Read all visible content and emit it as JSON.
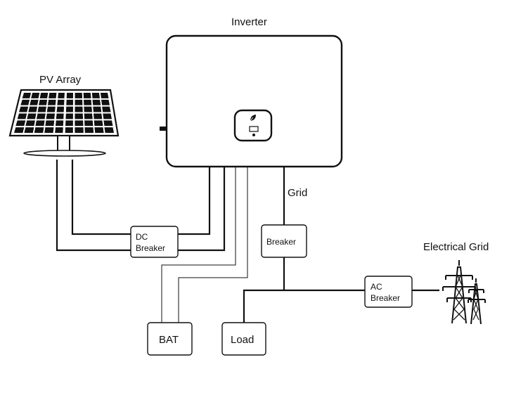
{
  "labels": {
    "inverter": "Inverter",
    "pv_array": "PV Array",
    "grid": "Grid",
    "electrical_grid": "Electrical Grid"
  },
  "boxes": {
    "dc_breaker": {
      "line1": "DC",
      "line2": "Breaker"
    },
    "grid_breaker": {
      "line1": "Breaker"
    },
    "ac_breaker": {
      "line1": "AC",
      "line2": "Breaker"
    },
    "bat": {
      "line1": "BAT"
    },
    "load": {
      "line1": "Load"
    }
  },
  "icons": [
    "solar-panel-icon",
    "inverter-icon",
    "leaf-icon",
    "transmission-tower-icon"
  ]
}
